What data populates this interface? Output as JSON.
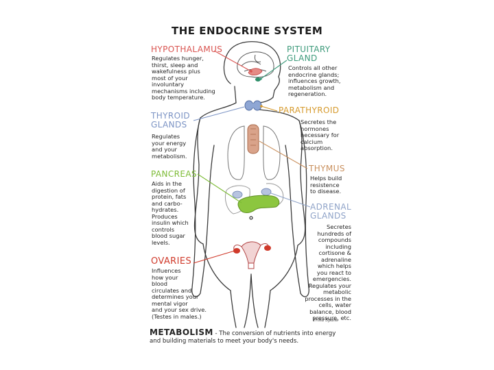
{
  "title": "THE ENDOCRINE SYSTEM",
  "colors": {
    "hypothalamus": "#d9534f",
    "pituitary": "#3c9a7a",
    "thyroid": "#7b93c4",
    "parathyroid": "#d69a2d",
    "pancreas": "#7cbb34",
    "thymus": "#c9905e",
    "adrenal": "#8fa3c8",
    "ovaries": "#d03a2b",
    "outline": "#3a3a3a"
  },
  "glands": {
    "hypothalamus": {
      "heading": "HYPOTHALAMUS",
      "description": "Regulates hunger,\nthirst, sleep and\nwakefulness plus\nmost of your\ninvoluntary\nmechanisms including\nbody temperature."
    },
    "pituitary": {
      "heading": "PITUITARY\nGLAND",
      "description": "Controls all other\nendocrine glands;\ninfluences growth,\nmetabolism and\nregeneration."
    },
    "thyroid": {
      "heading": "THYROID\nGLANDS",
      "description": "Regulates\nyour energy\nand your\nmetabolism."
    },
    "parathyroid": {
      "heading": "PARATHYROID",
      "description": "Secretes the\nhormones\nnecessary for\ncalcium\nabsorption."
    },
    "pancreas": {
      "heading": "PANCREAS",
      "description": "Aids in the\ndigestion of\nprotein, fats\nand carbo-\nhydrates.\nProduces\ninsulin which\ncontrols\nblood sugar\nlevels."
    },
    "thymus": {
      "heading": "THYMUS",
      "description": "Helps build\nresistence\nto disease."
    },
    "adrenal": {
      "heading": "ADRENAL\nGLANDS",
      "description": "Secretes\nhundreds of\ncompounds\nincluding\ncortisone &\nadrenaline\nwhich helps\nyou react to\nemergencies.\nRegulates your\nmetabolic\nprocesses in the\ncells, water\nbalance, blood\npressure, etc."
    },
    "ovaries": {
      "heading": "OVARIES",
      "description": "Influences\nhow your\nblood\ncirculates and\ndetermines your\nmental vigor\nand your sex drive.\n(Testes in males.)"
    }
  },
  "footer": {
    "term": "METABOLISM",
    "definition": " - The conversion of nutrients into energy\nand building materials to meet your body's needs."
  },
  "signature": "Trina Spano"
}
